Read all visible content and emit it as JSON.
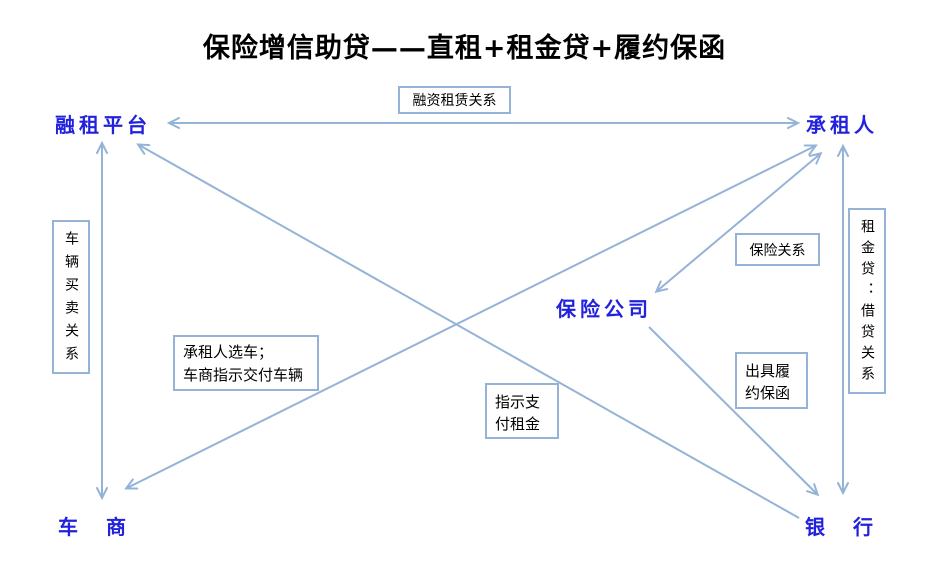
{
  "title": "保险增信助贷——直租+租金贷+履约保函",
  "colors": {
    "entity_text": "#2222DD",
    "arrow_line": "#95B3D7",
    "box_border": "#95B3D7",
    "box_text": "#000000",
    "background": "#FFFFFF"
  },
  "nodes": {
    "platform": "融租平台",
    "lessee": "承租人",
    "insurer": "保险公司",
    "dealer": "车　商",
    "bank": "银　行"
  },
  "relation_labels": {
    "finance_lease": "融资租赁关系",
    "vehicle_sale": "车辆买卖关系",
    "insurance": "保险关系",
    "rent_loan": "租金贷：借贷关系",
    "select_car_line1": "承租人选车；",
    "select_car_line2": "车商指示交付车辆",
    "pay_rent_line1": "指示支",
    "pay_rent_line2": "付租金",
    "guarantee_line1": "出具履",
    "guarantee_line2": "约保函"
  },
  "arrows": [
    {
      "name": "platform-lessee",
      "from": "融租平台",
      "to": "承租人",
      "bidirectional": true
    },
    {
      "name": "platform-dealer",
      "from": "融租平台",
      "to": "车商",
      "bidirectional": true
    },
    {
      "name": "lessee-bank",
      "from": "承租人",
      "to": "银行",
      "bidirectional": true
    },
    {
      "name": "dealer-lessee",
      "from": "车商",
      "to": "承租人",
      "bidirectional": true
    },
    {
      "name": "bank-platform",
      "from": "银行",
      "to": "融租平台",
      "bidirectional": false
    },
    {
      "name": "lessee-insurer",
      "from": "承租人",
      "to": "保险公司",
      "bidirectional": true
    },
    {
      "name": "insurer-bank",
      "from": "保险公司",
      "to": "银行",
      "bidirectional": false
    }
  ]
}
